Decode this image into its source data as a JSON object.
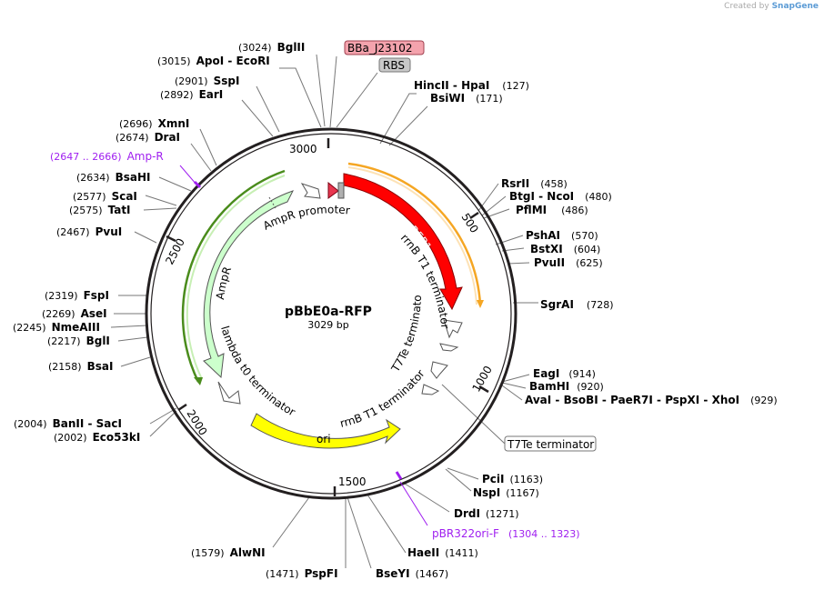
{
  "credit": {
    "prefix": "Created by",
    "brand": "SnapGene"
  },
  "plasmid": {
    "name": "pBbE0a-RFP",
    "length": "3029 bp"
  },
  "ticks": [
    "500",
    "1000",
    "1500",
    "2000",
    "2500",
    "3000"
  ],
  "enzymes": [
    {
      "id": "bglii-3024",
      "pos": "(3024)",
      "names": [
        "BglII"
      ]
    },
    {
      "id": "apoi",
      "pos": "(3015)",
      "names": [
        "ApoI",
        "EcoRI"
      ]
    },
    {
      "id": "sspi",
      "pos": "(2901)",
      "names": [
        "SspI"
      ]
    },
    {
      "id": "eari",
      "pos": "(2892)",
      "names": [
        "EarI"
      ]
    },
    {
      "id": "xmni",
      "pos": "(2696)",
      "names": [
        "XmnI"
      ]
    },
    {
      "id": "drai",
      "pos": "(2674)",
      "names": [
        "DraI"
      ]
    },
    {
      "id": "bsahi",
      "pos": "(2634)",
      "names": [
        "BsaHI"
      ]
    },
    {
      "id": "scai",
      "pos": "(2577)",
      "names": [
        "ScaI"
      ]
    },
    {
      "id": "tati",
      "pos": "(2575)",
      "names": [
        "TatI"
      ]
    },
    {
      "id": "pvui",
      "pos": "(2467)",
      "names": [
        "PvuI"
      ]
    },
    {
      "id": "fspi",
      "pos": "(2319)",
      "names": [
        "FspI"
      ]
    },
    {
      "id": "asei",
      "pos": "(2269)",
      "names": [
        "AseI"
      ]
    },
    {
      "id": "nmeaiii",
      "pos": "(2245)",
      "names": [
        "NmeAIII"
      ]
    },
    {
      "id": "bgli",
      "pos": "(2217)",
      "names": [
        "BglI"
      ]
    },
    {
      "id": "bsai",
      "pos": "(2158)",
      "names": [
        "BsaI"
      ]
    },
    {
      "id": "banii",
      "pos": "(2004)",
      "names": [
        "BanII",
        "SacI"
      ]
    },
    {
      "id": "eco53ki",
      "pos": "(2002)",
      "names": [
        "Eco53kI"
      ]
    },
    {
      "id": "alwni",
      "pos": "(1579)",
      "names": [
        "AlwNI"
      ]
    },
    {
      "id": "pspfi",
      "pos": "(1471)",
      "names": [
        "PspFI"
      ]
    },
    {
      "id": "bseyi",
      "pos": "(1467)",
      "names": [
        "BseYI"
      ]
    },
    {
      "id": "haeii",
      "pos": "(1411)",
      "names": [
        "HaeII"
      ]
    },
    {
      "id": "drdi",
      "pos": "(1271)",
      "names": [
        "DrdI"
      ]
    },
    {
      "id": "nspi",
      "pos": "(1167)",
      "names": [
        "NspI"
      ]
    },
    {
      "id": "pcii",
      "pos": "(1163)",
      "names": [
        "PciI"
      ]
    },
    {
      "id": "avai",
      "pos": "(929)",
      "names": [
        "AvaI",
        "BsoBI",
        "PaeR7I",
        "PspXI",
        "XhoI"
      ]
    },
    {
      "id": "bamhi",
      "pos": "(920)",
      "names": [
        "BamHI"
      ]
    },
    {
      "id": "eagi",
      "pos": "(914)",
      "names": [
        "EagI"
      ]
    },
    {
      "id": "sgrai",
      "pos": "(728)",
      "names": [
        "SgrAI"
      ]
    },
    {
      "id": "pvuii",
      "pos": "(625)",
      "names": [
        "PvuII"
      ]
    },
    {
      "id": "bstxi",
      "pos": "(604)",
      "names": [
        "BstXI"
      ]
    },
    {
      "id": "pshai",
      "pos": "(570)",
      "names": [
        "PshAI"
      ]
    },
    {
      "id": "pflmi",
      "pos": "(486)",
      "names": [
        "PflMI"
      ]
    },
    {
      "id": "btgi",
      "pos": "(480)",
      "names": [
        "BtgI",
        "NcoI"
      ]
    },
    {
      "id": "rsrii",
      "pos": "(458)",
      "names": [
        "RsrII"
      ]
    },
    {
      "id": "bsiwi",
      "pos": "(171)",
      "names": [
        "BsiWI"
      ]
    },
    {
      "id": "hincii",
      "pos": "(127)",
      "names": [
        "HincII",
        "HpaI"
      ]
    }
  ],
  "primers": [
    {
      "id": "amp-r",
      "range": "(2647 .. 2666)",
      "name": "Amp-R"
    },
    {
      "id": "pbr322ori-f",
      "name": "pBR322ori-F",
      "range": "(1304 .. 1323)"
    }
  ],
  "boxed_labels": {
    "bba": "BBa_J23102",
    "rbs": "RBS",
    "t7te": "T7Te terminator"
  },
  "features": {
    "mrfp1": "mRFP1",
    "rrnb_t1_a": "rrnB T1 terminator",
    "t7te": "T7Te terminator",
    "rrnb_t1_b": "rrnB T1 terminator",
    "ori": "ori",
    "lambda": "lambda t0 terminator",
    "ampr": "AmpR",
    "ampr_promoter": "AmpR promoter"
  },
  "colors": {
    "backbone": "#231f20",
    "mrfp1": "#ff0000",
    "mrfp1_orf": "#f5a623",
    "ori": "#ffff00",
    "ampr": "#ccffcc",
    "ampr_orf": "#4a8c1c",
    "promoter": "#ffffff",
    "bba_fill": "#f4a3ad",
    "rbs_fill": "#c8c8c8",
    "primer": "#a020f0"
  }
}
